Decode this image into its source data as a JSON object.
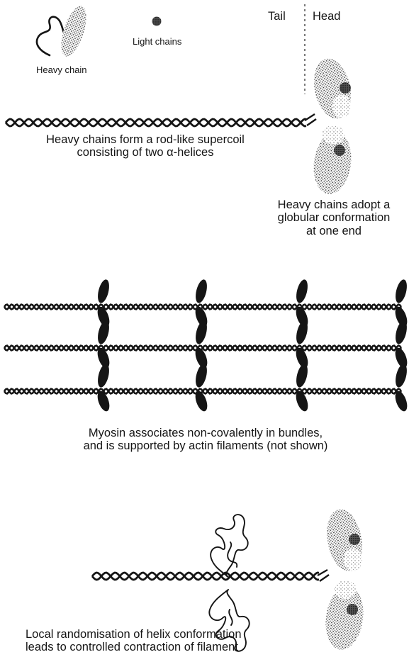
{
  "legend": {
    "heavy_chain": "Heavy chain",
    "light_chains": "Light chains",
    "tail": "Tail",
    "head": "Head"
  },
  "captions": {
    "supercoil_line1": "Heavy chains form a rod-like supercoil",
    "supercoil_line2": "consisting of two α-helices",
    "globular_line1": "Heavy chains adopt a",
    "globular_line2": "globular conformation",
    "globular_line3": "at one end",
    "bundles_line1": "Myosin associates non-covalently in bundles,",
    "bundles_line2": "and is supported by actin filaments (not shown)",
    "contraction_line1": "Local randomisation of helix conformation",
    "contraction_line2": "leads to controlled contraction of filament"
  },
  "colors": {
    "ink": "#151515",
    "stipple_dark": "#3a3a3a",
    "stipple_light": "#8a8a8a"
  },
  "icons": {
    "heavy_chain": "heavy-chain-squiggle-icon",
    "light_chain": "light-chain-dot-icon"
  }
}
